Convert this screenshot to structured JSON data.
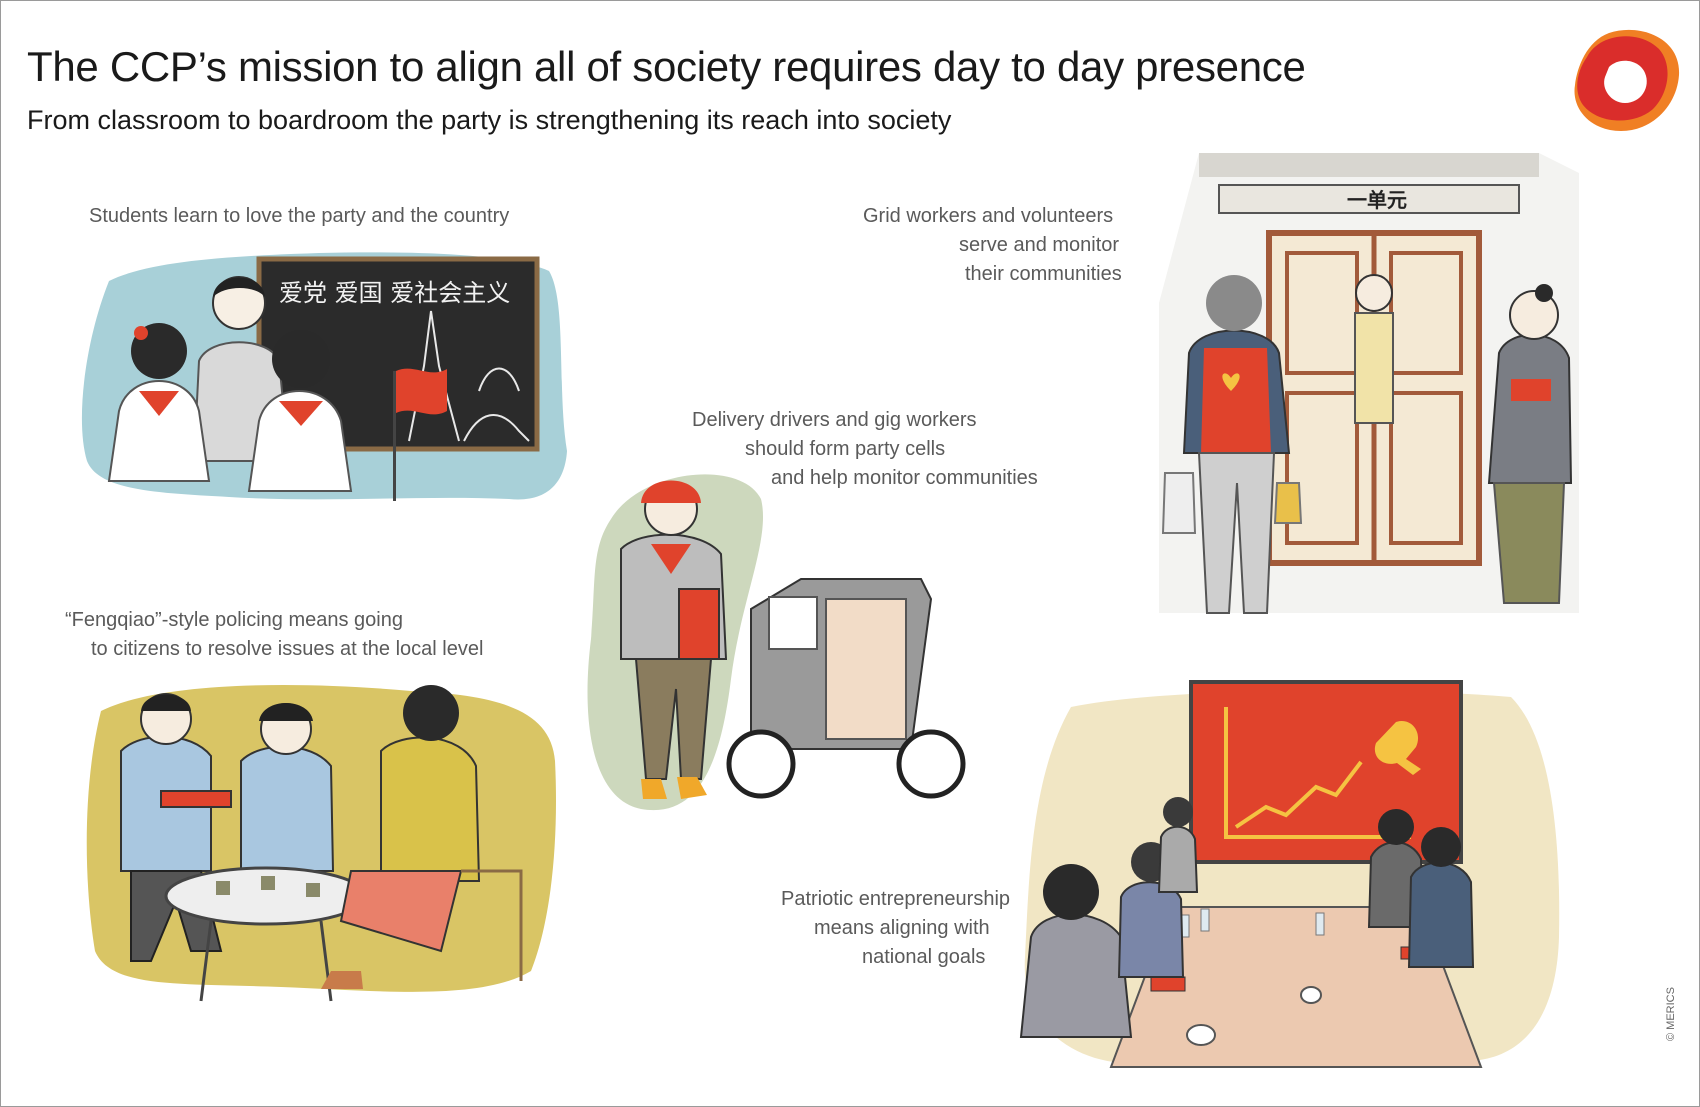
{
  "header": {
    "title": "The CCP’s mission to align all of society requires day to day presence",
    "subtitle": "From classroom to boardroom the party is strengthening its reach into society"
  },
  "captions": {
    "students": [
      "Students learn to love the party and the country"
    ],
    "grid": [
      "Grid workers and volunteers",
      "serve and monitor",
      "their communities"
    ],
    "delivery": [
      "Delivery drivers and gig workers",
      "should form party cells",
      "and help monitor communities"
    ],
    "policing": [
      "“Fengqiao”-style policing means going",
      "to citizens to resolve issues at the local level"
    ],
    "entrepreneurship": [
      "Patriotic entrepreneurship",
      "means aligning with",
      "national goals"
    ]
  },
  "illustrations": {
    "blackboard_text": "爱党 爱国 爱社会主义",
    "door_sign": "一单元"
  },
  "credit": "© MERICS",
  "colors": {
    "red": "#e0432c",
    "teal": "#9fcbd4",
    "olive": "#d9c565",
    "sage": "#c9d4b5",
    "beige": "#f1e6c4"
  }
}
